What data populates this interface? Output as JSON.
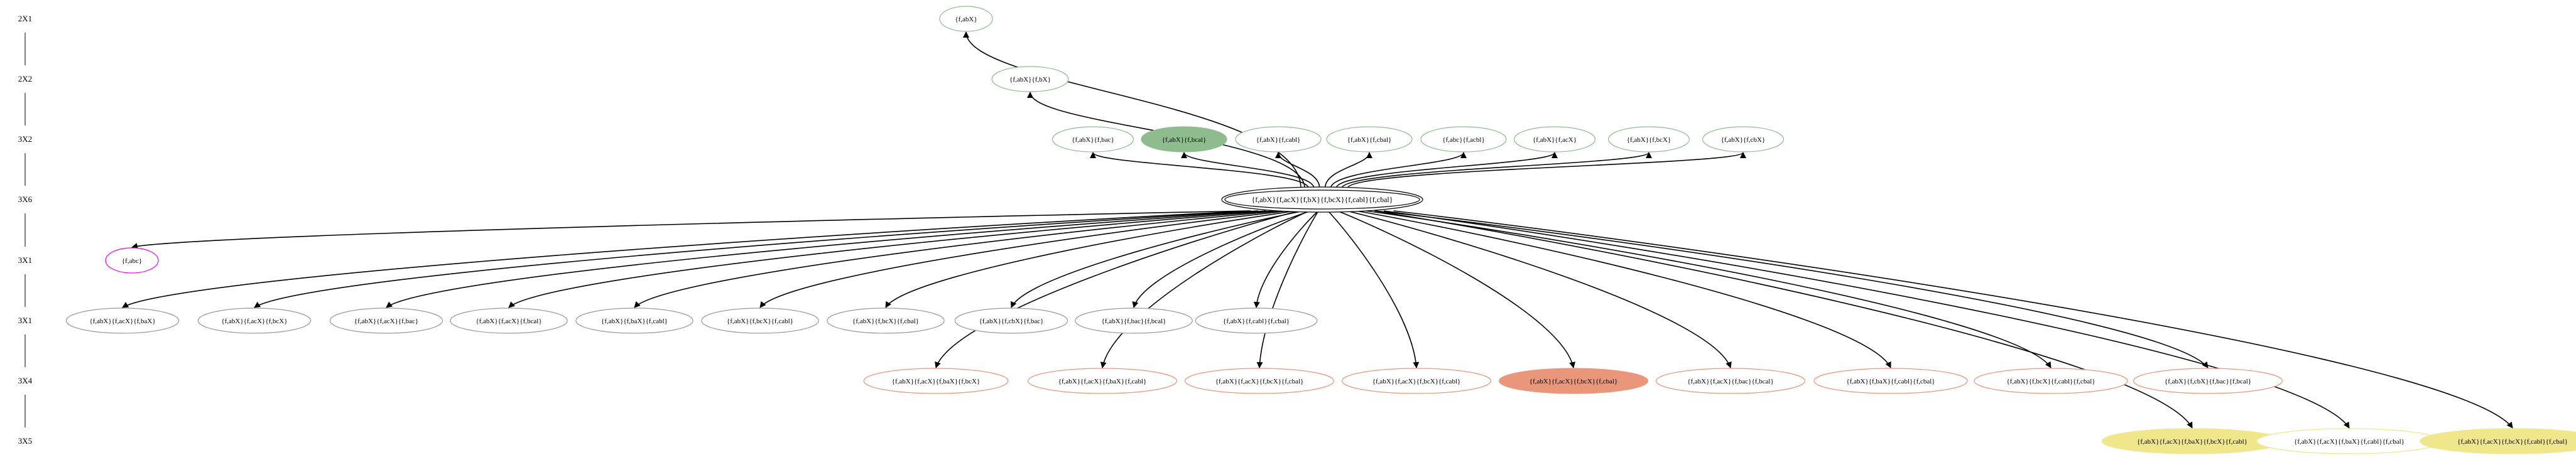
{
  "levels": [
    {
      "id": "L2X1",
      "label": "2X1"
    },
    {
      "id": "L2X2",
      "label": "2X2"
    },
    {
      "id": "L3X2",
      "label": "3X2"
    },
    {
      "id": "L3X6",
      "label": "3X6"
    },
    {
      "id": "L3X1a",
      "label": "3X1"
    },
    {
      "id": "L3X1b",
      "label": "3X1"
    },
    {
      "id": "L3X4",
      "label": "3X4"
    },
    {
      "id": "L3X5",
      "label": "3X5"
    }
  ],
  "colors": {
    "edge": "#000000",
    "green_stroke": "#8fbc8f",
    "green_fill": "#8fbc8f",
    "magenta_stroke": "#ee00ee",
    "gray_stroke": "#9a9a9a",
    "salmon_stroke": "#e9967a",
    "salmon_fill": "#e9967a",
    "khaki_stroke": "#f0e68c",
    "khaki_fill": "#f0e68c"
  },
  "nodes": [
    {
      "id": "r1",
      "level": "L2X1",
      "label": "{f,abX}",
      "style": "green"
    },
    {
      "id": "r2",
      "level": "L2X2",
      "label": "{f,abX}{f,bX}",
      "style": "green"
    },
    {
      "id": "g1",
      "level": "L3X2",
      "label": "{f,abX}{f,bac}",
      "style": "green"
    },
    {
      "id": "g2",
      "level": "L3X2",
      "label": "{f,abX}{f,bcal}",
      "style": "green-filled"
    },
    {
      "id": "g3",
      "level": "L3X2",
      "label": "{f,abX}{f,cabl}",
      "style": "green"
    },
    {
      "id": "g4",
      "level": "L3X2",
      "label": "{f,abX}{f,cbal}",
      "style": "green"
    },
    {
      "id": "g5",
      "level": "L3X2",
      "label": "{f,abc}{f,acbl}",
      "style": "green"
    },
    {
      "id": "g6",
      "level": "L3X2",
      "label": "{f,abX}{f,acX}",
      "style": "green"
    },
    {
      "id": "g7",
      "level": "L3X2",
      "label": "{f,abX}{f,bcX}",
      "style": "green"
    },
    {
      "id": "g8",
      "level": "L3X2",
      "label": "{f,abX}{f,cbX}",
      "style": "green"
    },
    {
      "id": "center",
      "level": "L3X6",
      "label": "{f,abX}{f,acX}{f,bX}{f,bcX}{f,cabl}{f,cbal}",
      "style": "center"
    },
    {
      "id": "m1",
      "level": "L3X1a",
      "label": "{f,abc}",
      "style": "magenta"
    },
    {
      "id": "b1",
      "level": "L3X1b",
      "label": "{f,abX}{f,acX}{f,baX}",
      "style": "gray"
    },
    {
      "id": "b2",
      "level": "L3X1b",
      "label": "{f,abX}{f,acX}{f,bcX}",
      "style": "gray"
    },
    {
      "id": "b3",
      "level": "L3X1b",
      "label": "{f,abX}{f,acX}{f,bac}",
      "style": "gray"
    },
    {
      "id": "b4",
      "level": "L3X1b",
      "label": "{f,abX}{f,acX}{f,bcal}",
      "style": "gray"
    },
    {
      "id": "b5",
      "level": "L3X1b",
      "label": "{f,abX}{f,baX}{f,cabl}",
      "style": "gray"
    },
    {
      "id": "b6",
      "level": "L3X1b",
      "label": "{f,abX}{f,bcX}{f,cabl}",
      "style": "gray"
    },
    {
      "id": "b7",
      "level": "L3X1b",
      "label": "{f,abX}{f,bcX}{f,cbal}",
      "style": "gray"
    },
    {
      "id": "b8",
      "level": "L3X1b",
      "label": "{f,abX}{f,cbX}{f,bac}",
      "style": "gray"
    },
    {
      "id": "b9",
      "level": "L3X1b",
      "label": "{f,abX}{f,bac}{f,bcal}",
      "style": "gray"
    },
    {
      "id": "b10",
      "level": "L3X1b",
      "label": "{f,abX}{f,cabl}{f,cbal}",
      "style": "gray"
    },
    {
      "id": "s1",
      "level": "L3X4",
      "label": "{f,abX}{f,acX}{f,baX}{f,bcX}",
      "style": "salmon"
    },
    {
      "id": "s2",
      "level": "L3X4",
      "label": "{f,abX}{f,acX}{f,baX}{f,cabl}",
      "style": "salmon"
    },
    {
      "id": "s3",
      "level": "L3X4",
      "label": "{f,abX}{f,acX}{f,bcX}{f,cbal}",
      "style": "salmon"
    },
    {
      "id": "s4",
      "level": "L3X4",
      "label": "{f,abX}{f,acX}{f,bcX}{f,cabl}",
      "style": "salmon"
    },
    {
      "id": "s5",
      "level": "L3X4",
      "label": "{f,abX}{f,acX}{f,bcX}{f,cbal}",
      "style": "salmon-filled"
    },
    {
      "id": "s6",
      "level": "L3X4",
      "label": "{f,abX}{f,acX}{f,bac}{f,bcal}",
      "style": "salmon"
    },
    {
      "id": "s7",
      "level": "L3X4",
      "label": "{f,abX}{f,baX}{f,cabl}{f,cbal}",
      "style": "salmon"
    },
    {
      "id": "s8",
      "level": "L3X4",
      "label": "{f,abX}{f,bcX}{f,cabl}{f,cbal}",
      "style": "salmon"
    },
    {
      "id": "s9",
      "level": "L3X4",
      "label": "{f,abX}{f,cbX}{f,bac}{f,bcal}",
      "style": "salmon"
    },
    {
      "id": "k1",
      "level": "L3X5",
      "label": "{f,abX}{f,acX}{f,baX}{f,bcX}{f,cabl}",
      "style": "khaki-filled"
    },
    {
      "id": "k2",
      "level": "L3X5",
      "label": "{f,abX}{f,acX}{f,baX}{f,cabl}{f,cbal}",
      "style": "khaki"
    },
    {
      "id": "k3",
      "level": "L3X5",
      "label": "{f,abX}{f,acX}{f,bcX}{f,cabl}{f,cbal}",
      "style": "khaki-filled"
    }
  ],
  "edges": [
    {
      "from": "center",
      "to": "r1"
    },
    {
      "from": "center",
      "to": "r2"
    },
    {
      "from": "center",
      "to": "g1"
    },
    {
      "from": "center",
      "to": "g2"
    },
    {
      "from": "center",
      "to": "g3"
    },
    {
      "from": "center",
      "to": "g4"
    },
    {
      "from": "center",
      "to": "g5"
    },
    {
      "from": "center",
      "to": "g6"
    },
    {
      "from": "center",
      "to": "g7"
    },
    {
      "from": "center",
      "to": "g8"
    },
    {
      "from": "center",
      "to": "m1"
    },
    {
      "from": "center",
      "to": "b1"
    },
    {
      "from": "center",
      "to": "b2"
    },
    {
      "from": "center",
      "to": "b3"
    },
    {
      "from": "center",
      "to": "b4"
    },
    {
      "from": "center",
      "to": "b5"
    },
    {
      "from": "center",
      "to": "b6"
    },
    {
      "from": "center",
      "to": "b7"
    },
    {
      "from": "center",
      "to": "b8"
    },
    {
      "from": "center",
      "to": "b9"
    },
    {
      "from": "center",
      "to": "b10"
    },
    {
      "from": "center",
      "to": "s1"
    },
    {
      "from": "center",
      "to": "s2"
    },
    {
      "from": "center",
      "to": "s3"
    },
    {
      "from": "center",
      "to": "s4"
    },
    {
      "from": "center",
      "to": "s5"
    },
    {
      "from": "center",
      "to": "s6"
    },
    {
      "from": "center",
      "to": "s7"
    },
    {
      "from": "center",
      "to": "s8"
    },
    {
      "from": "center",
      "to": "s9"
    },
    {
      "from": "center",
      "to": "k1"
    },
    {
      "from": "center",
      "to": "k2"
    },
    {
      "from": "center",
      "to": "k3"
    }
  ]
}
